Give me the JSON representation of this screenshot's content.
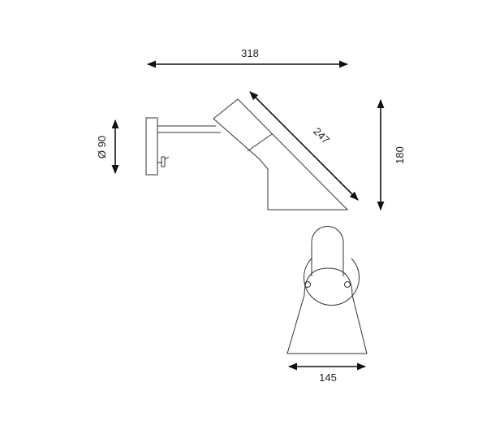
{
  "dimensions": {
    "width_total": "318",
    "diameter_base": "Ø 90",
    "shade_length": "247",
    "height_total": "180",
    "shade_width": "145"
  },
  "colors": {
    "line": "#333333",
    "arrow": "#111111",
    "background": "#ffffff"
  }
}
